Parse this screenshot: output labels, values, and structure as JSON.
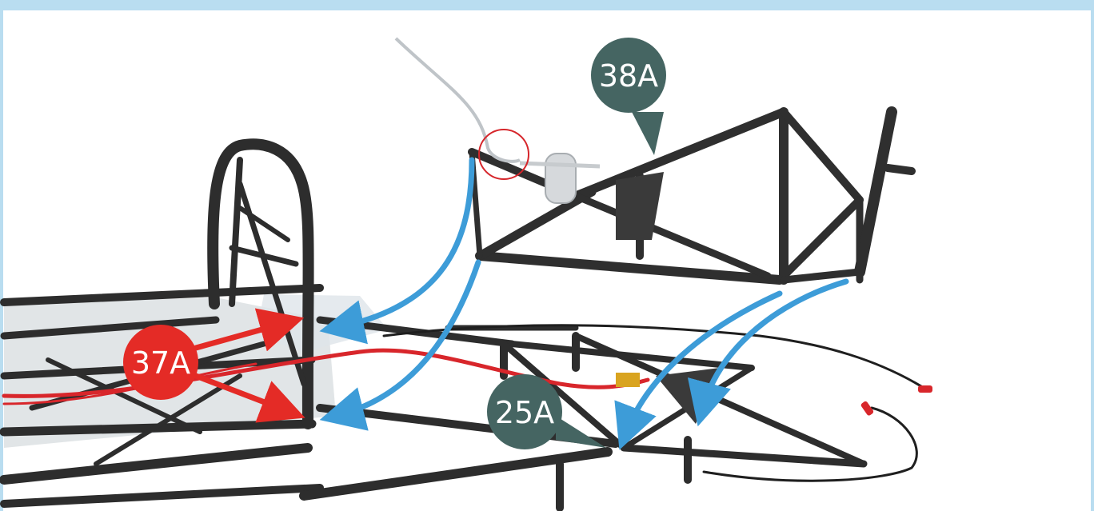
{
  "labels": {
    "part_38a": "38A",
    "part_37a": "37A",
    "part_25a": "25A"
  },
  "colors": {
    "frame_bar": "#b9ddf0",
    "dark_callout": "#456562",
    "red_callout": "#e42b26",
    "arrow_blue": "#3d9cd8",
    "frame_metal": "#2d2d2d",
    "wire_red": "#d8262b"
  },
  "icons": {
    "highlight": "red-circle-highlight-icon",
    "connectors": "red-connector-icon"
  }
}
